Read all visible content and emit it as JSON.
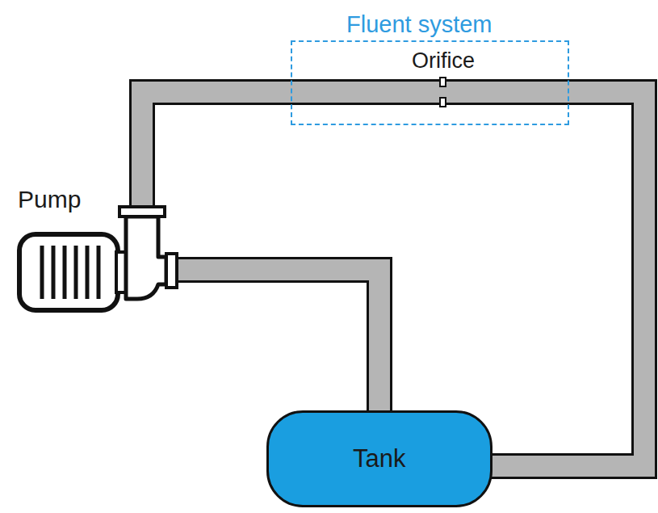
{
  "diagram": {
    "nodes": [
      {
        "text": [
          "Fluent system",
          "Orifice"
        ]
      },
      {
        "text": [
          "Tank"
        ]
      }
    ],
    "edges": [
      {
        "from": 0,
        "to": 1,
        "arrow": "none"
      }
    ],
    "labels": [
      "Pump"
    ]
  }
}
